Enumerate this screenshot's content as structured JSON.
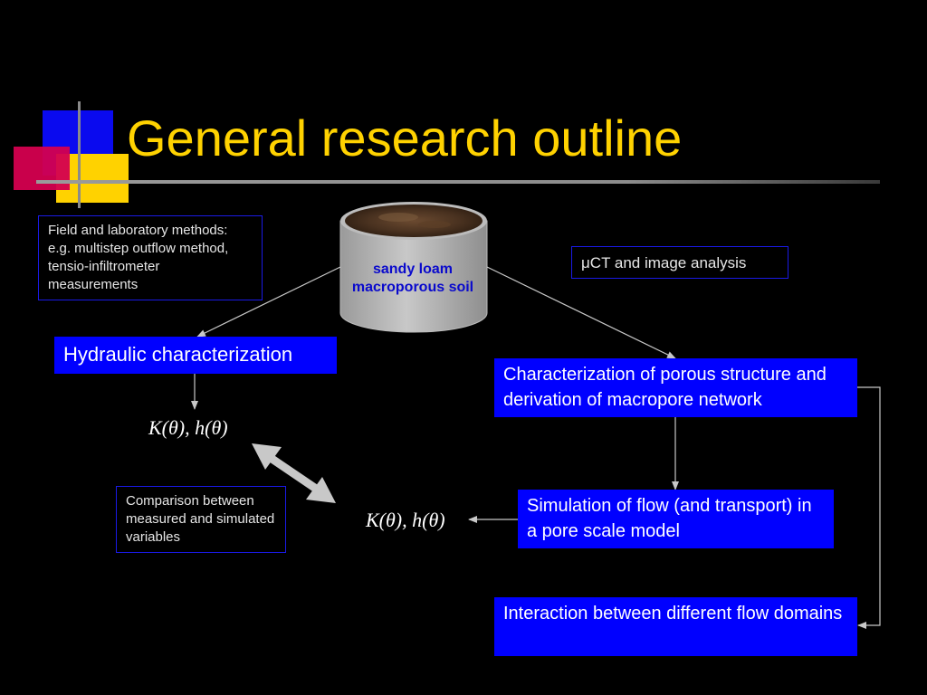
{
  "title": "General research outline",
  "soil_label": "sandy loam macroporous soil",
  "notes": {
    "field_methods": "Field and laboratory methods: e.g. multistep outflow method, tensio-infiltrometer measurements",
    "uct": "μCT and image analysis",
    "comparison": "Comparison between measured and simulated variables"
  },
  "boxes": {
    "hydraulic": "Hydraulic characterization",
    "characterization": "Characterization of porous structure and derivation of macropore network",
    "simulation": "Simulation of flow (and transport) in a pore scale model",
    "interaction": "Interaction between different flow domains"
  },
  "formulas": {
    "measured": "K(θ), h(θ)",
    "simulated": "K(θ), h(θ)"
  },
  "colors": {
    "title": "#ffd200",
    "box_fill": "#0000ff",
    "outline": "#1a1ae6",
    "arrow": "#c8c8c8"
  }
}
